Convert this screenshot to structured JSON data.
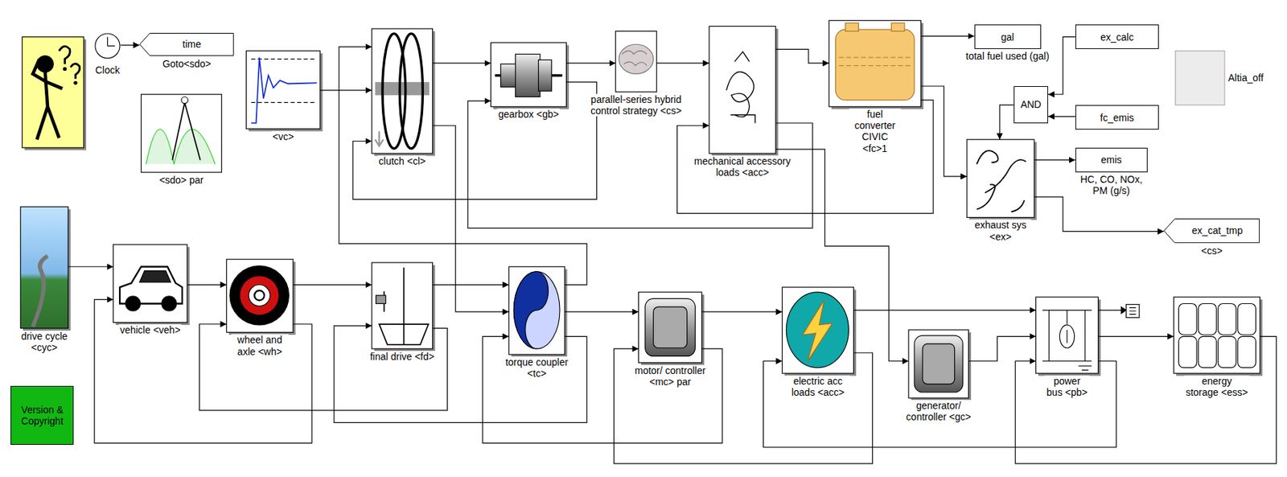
{
  "diagram": {
    "nodes": [
      {
        "text": [
          "Clock"
        ]
      },
      {
        "text": [
          "time",
          "Goto<sdo>"
        ]
      },
      {
        "text": [
          "<sdo> par"
        ]
      },
      {
        "text": [
          "<vc>"
        ]
      },
      {
        "text": [
          "clutch <cl>"
        ]
      },
      {
        "text": [
          "gearbox <gb>"
        ]
      },
      {
        "text": [
          "parallel-series hybrid control strategy <cs>"
        ]
      },
      {
        "text": [
          "mechanical accessory loads <acc>"
        ]
      },
      {
        "text": [
          "fuel converter CIVIC <fc>1"
        ]
      },
      {
        "text": [
          "gal",
          "total fuel used (gal)"
        ]
      },
      {
        "text": [
          "ex_calc"
        ]
      },
      {
        "text": [
          "fc_emis"
        ]
      },
      {
        "text": [
          "AND"
        ]
      },
      {
        "text": [
          "Altia_off"
        ]
      },
      {
        "text": [
          "exhaust sys <ex>"
        ]
      },
      {
        "text": [
          "emis",
          "HC, CO, NOx, PM (g/s)"
        ]
      },
      {
        "text": [
          "ex_cat_tmp",
          "<cs>"
        ]
      },
      {
        "text": [
          "drive cycle <cyc>"
        ]
      },
      {
        "text": [
          "Version & Copyright"
        ]
      },
      {
        "text": [
          "vehicle <veh>"
        ]
      },
      {
        "text": [
          "wheel and axle <wh>"
        ]
      },
      {
        "text": [
          "final drive <fd>"
        ]
      },
      {
        "text": [
          "torque coupler <tc>"
        ]
      },
      {
        "text": [
          "motor/ controller <mc> par"
        ]
      },
      {
        "text": [
          "electric acc loads <acc>"
        ]
      },
      {
        "text": [
          "generator/ controller <gc>"
        ]
      },
      {
        "text": [
          "power bus <pb>"
        ]
      },
      {
        "text": [
          "energy storage <ess>"
        ]
      }
    ],
    "edges": [
      {
        "from": 0,
        "to": 1,
        "arrow": "to"
      },
      {
        "from": 3,
        "to": 4,
        "arrow": "to"
      },
      {
        "from": 22,
        "to": 4,
        "arrow": "to"
      },
      {
        "from": 5,
        "to": 4,
        "arrow": "to"
      },
      {
        "from": 4,
        "to": 5,
        "arrow": "to"
      },
      {
        "from": 4,
        "to": 22,
        "arrow": "to"
      },
      {
        "from": 5,
        "to": 6,
        "arrow": "to"
      },
      {
        "from": 7,
        "to": 5,
        "arrow": "to"
      },
      {
        "from": 6,
        "to": 7,
        "arrow": "to"
      },
      {
        "from": 8,
        "to": 7,
        "arrow": "to"
      },
      {
        "from": 7,
        "to": 8,
        "arrow": "to"
      },
      {
        "from": 8,
        "to": 9,
        "arrow": "to"
      },
      {
        "from": 8,
        "to": 14,
        "arrow": "to"
      },
      {
        "from": 10,
        "to": 12,
        "arrow": "to"
      },
      {
        "from": 11,
        "to": 12,
        "arrow": "to"
      },
      {
        "from": 12,
        "to": 14,
        "arrow": "to"
      },
      {
        "from": 14,
        "to": 15,
        "arrow": "to"
      },
      {
        "from": 14,
        "to": 16,
        "arrow": "to"
      },
      {
        "from": 7,
        "to": 25,
        "arrow": "to"
      },
      {
        "from": 17,
        "to": 19,
        "arrow": "to"
      },
      {
        "from": 19,
        "to": 20,
        "arrow": "to"
      },
      {
        "from": 20,
        "to": 21,
        "arrow": "to"
      },
      {
        "from": 21,
        "to": 22,
        "arrow": "to"
      },
      {
        "from": 22,
        "to": 23,
        "arrow": "to"
      },
      {
        "from": 23,
        "to": 24,
        "arrow": "to"
      },
      {
        "from": 24,
        "to": 26,
        "arrow": "to"
      },
      {
        "from": 25,
        "to": 26,
        "arrow": "to"
      },
      {
        "from": 26,
        "to": 27,
        "arrow": "to"
      },
      {
        "from": 20,
        "to": 19,
        "arrow": "to"
      },
      {
        "from": 21,
        "to": 20,
        "arrow": "to"
      },
      {
        "from": 22,
        "to": 21,
        "arrow": "to"
      },
      {
        "from": 23,
        "to": 22,
        "arrow": "to"
      },
      {
        "from": 24,
        "to": 23,
        "arrow": "to"
      },
      {
        "from": 26,
        "to": 24,
        "arrow": "to"
      },
      {
        "from": 27,
        "to": 26,
        "arrow": "to"
      }
    ]
  }
}
